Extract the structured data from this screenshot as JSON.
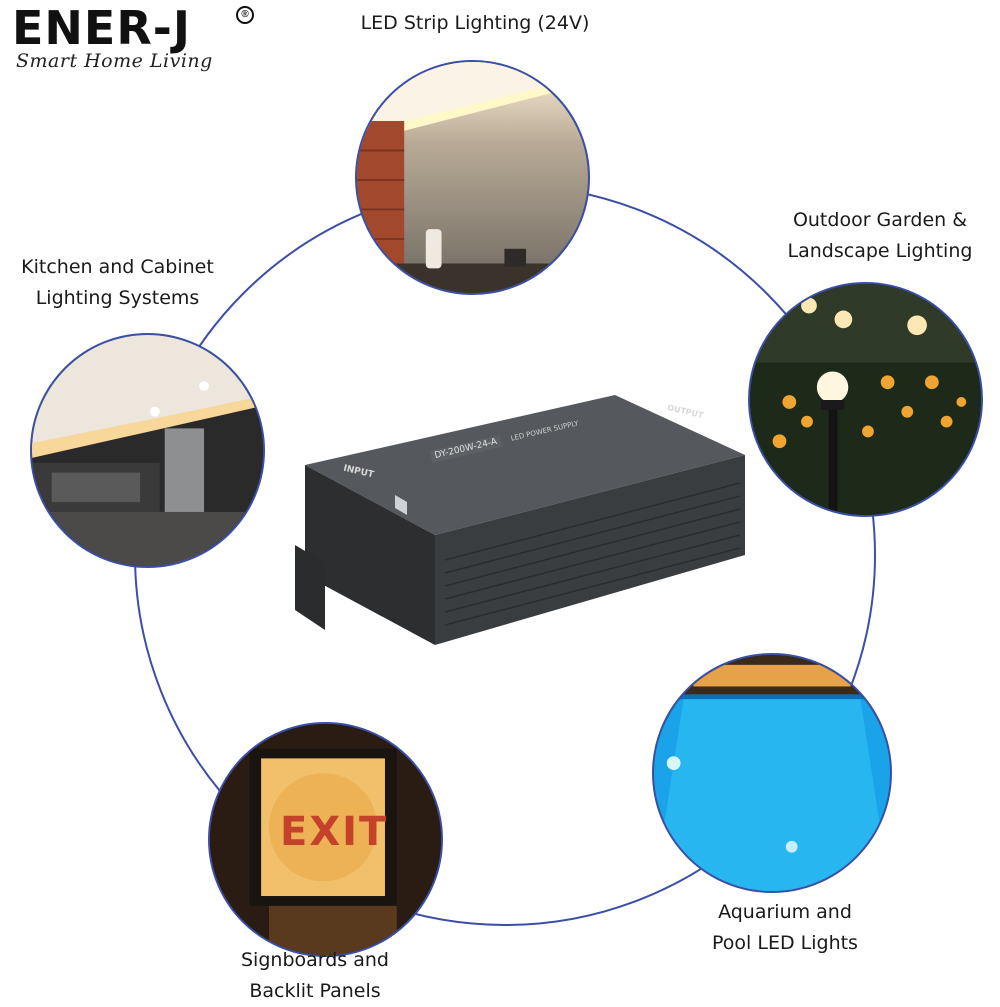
{
  "brand": {
    "name": "ENER-J",
    "reg_mark": "®",
    "tagline": "Smart Home Living"
  },
  "product": {
    "panel_input": "INPUT",
    "panel_output": "OUTPUT",
    "model_label": "DY-200W-24-A",
    "type_label": "LED POWER SUPPLY"
  },
  "applications": {
    "strip": [
      "LED Strip Lighting (24V)"
    ],
    "kitchen": [
      "Kitchen and Cabinet",
      "Lighting Systems"
    ],
    "garden": [
      "Outdoor Garden &",
      "Landscape Lighting"
    ],
    "signboard": [
      "Signboards and",
      "Backlit Panels"
    ],
    "pool": [
      "Aquarium and",
      "Pool LED Lights"
    ],
    "exit_sign": "EXIT"
  },
  "colors": {
    "ring": "#3b4fa6",
    "psu_body": "#3a3d40",
    "pool_water": "#1aa3e8",
    "warm_light": "#f3b24a"
  }
}
